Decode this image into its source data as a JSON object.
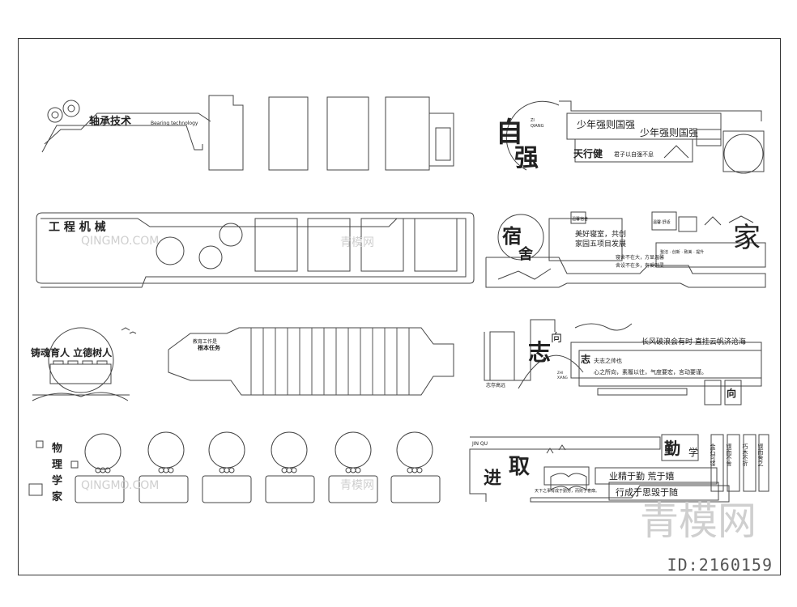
{
  "panels": {
    "bearing": {
      "title": "轴承技术",
      "subtitle": "Bearing technology"
    },
    "engineering": {
      "title": "工 程 机 械"
    },
    "morality": {
      "title": "铸魂育人 立德树人"
    },
    "education": {
      "line1": "教育工作是",
      "line2": "根本任务"
    },
    "physics": {
      "title": [
        "物",
        "理",
        "学",
        "家"
      ]
    },
    "zigiang": {
      "big1": "自",
      "big2": "强",
      "pinyin1": "ZI",
      "pinyin2": "QIANG",
      "line1": "少年强则国强",
      "line2": "少年强则国强",
      "line3": "天行健",
      "line4": "君子以自强不息"
    },
    "dorm": {
      "big1": "宿",
      "big2": "舍",
      "tag": "温馨宿舍",
      "line1": "美好寝室，共创",
      "line2": "家园五项目发展",
      "line3": "温馨·舒适",
      "line4": "寝舍不在大，方显温馨",
      "line5": "舍设不在多，有爱则灵",
      "line6": "整洁 · 创新 · 致美 · 提升",
      "home": "家"
    },
    "ambition": {
      "big": "志",
      "small": "向",
      "pinyin1": "ZHI",
      "pinyin2": "XIANG",
      "side": "志存高远",
      "line1": "长风破浪会有时 直挂云帆济沧海",
      "line2": "夫志之帅也",
      "line3": "心之所向，素履以往，气度要宏，言动要谨。",
      "ti": "志",
      "xiang": "向"
    },
    "progress": {
      "header": "JIN QU",
      "big1": "进",
      "big2": "取",
      "line1": "业精于勤 荒于嬉",
      "line2": "天下之事有成于勤劳，而败于奢靡。",
      "line3": "行成于思毁于随",
      "qin": "勤",
      "xue": "学",
      "col1": "金石可镂",
      "col2": "锲而不舍",
      "col3": "朽木不折",
      "col4": "锲而舍之"
    }
  },
  "watermark": {
    "text": "QINGMO.COM",
    "brand": "青模网"
  },
  "id_label": "ID:2160159"
}
